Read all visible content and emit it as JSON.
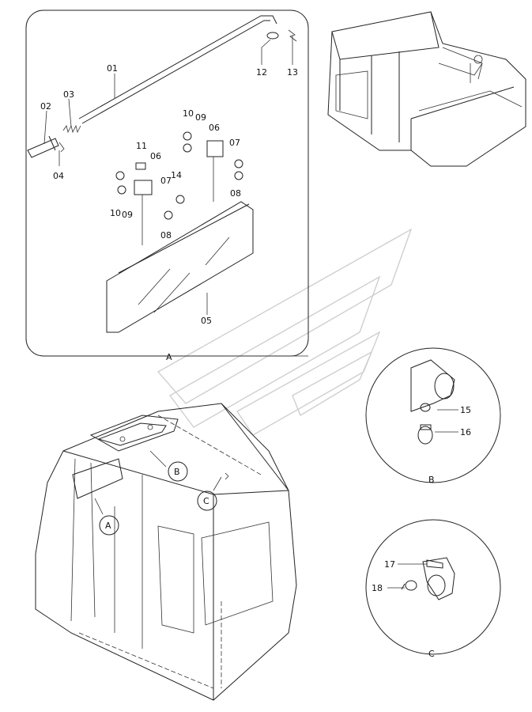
{
  "part_labels": {
    "p01": "01",
    "p02": "02",
    "p03": "03",
    "p04": "04",
    "p05": "05",
    "p06a": "06",
    "p06b": "06",
    "p07a": "07",
    "p07b": "07",
    "p08a": "08",
    "p08b": "08",
    "p09a": "09",
    "p09b": "09",
    "p10a": "10",
    "p10b": "10",
    "p11": "11",
    "p12": "12",
    "p13": "13",
    "p14": "14",
    "p15": "15",
    "p16": "16",
    "p17": "17",
    "p18": "18"
  },
  "view_labels": {
    "detail_a": "A",
    "detail_b": "B",
    "detail_c": "C",
    "callout_a": "A",
    "callout_b": "B",
    "callout_c": "C"
  }
}
